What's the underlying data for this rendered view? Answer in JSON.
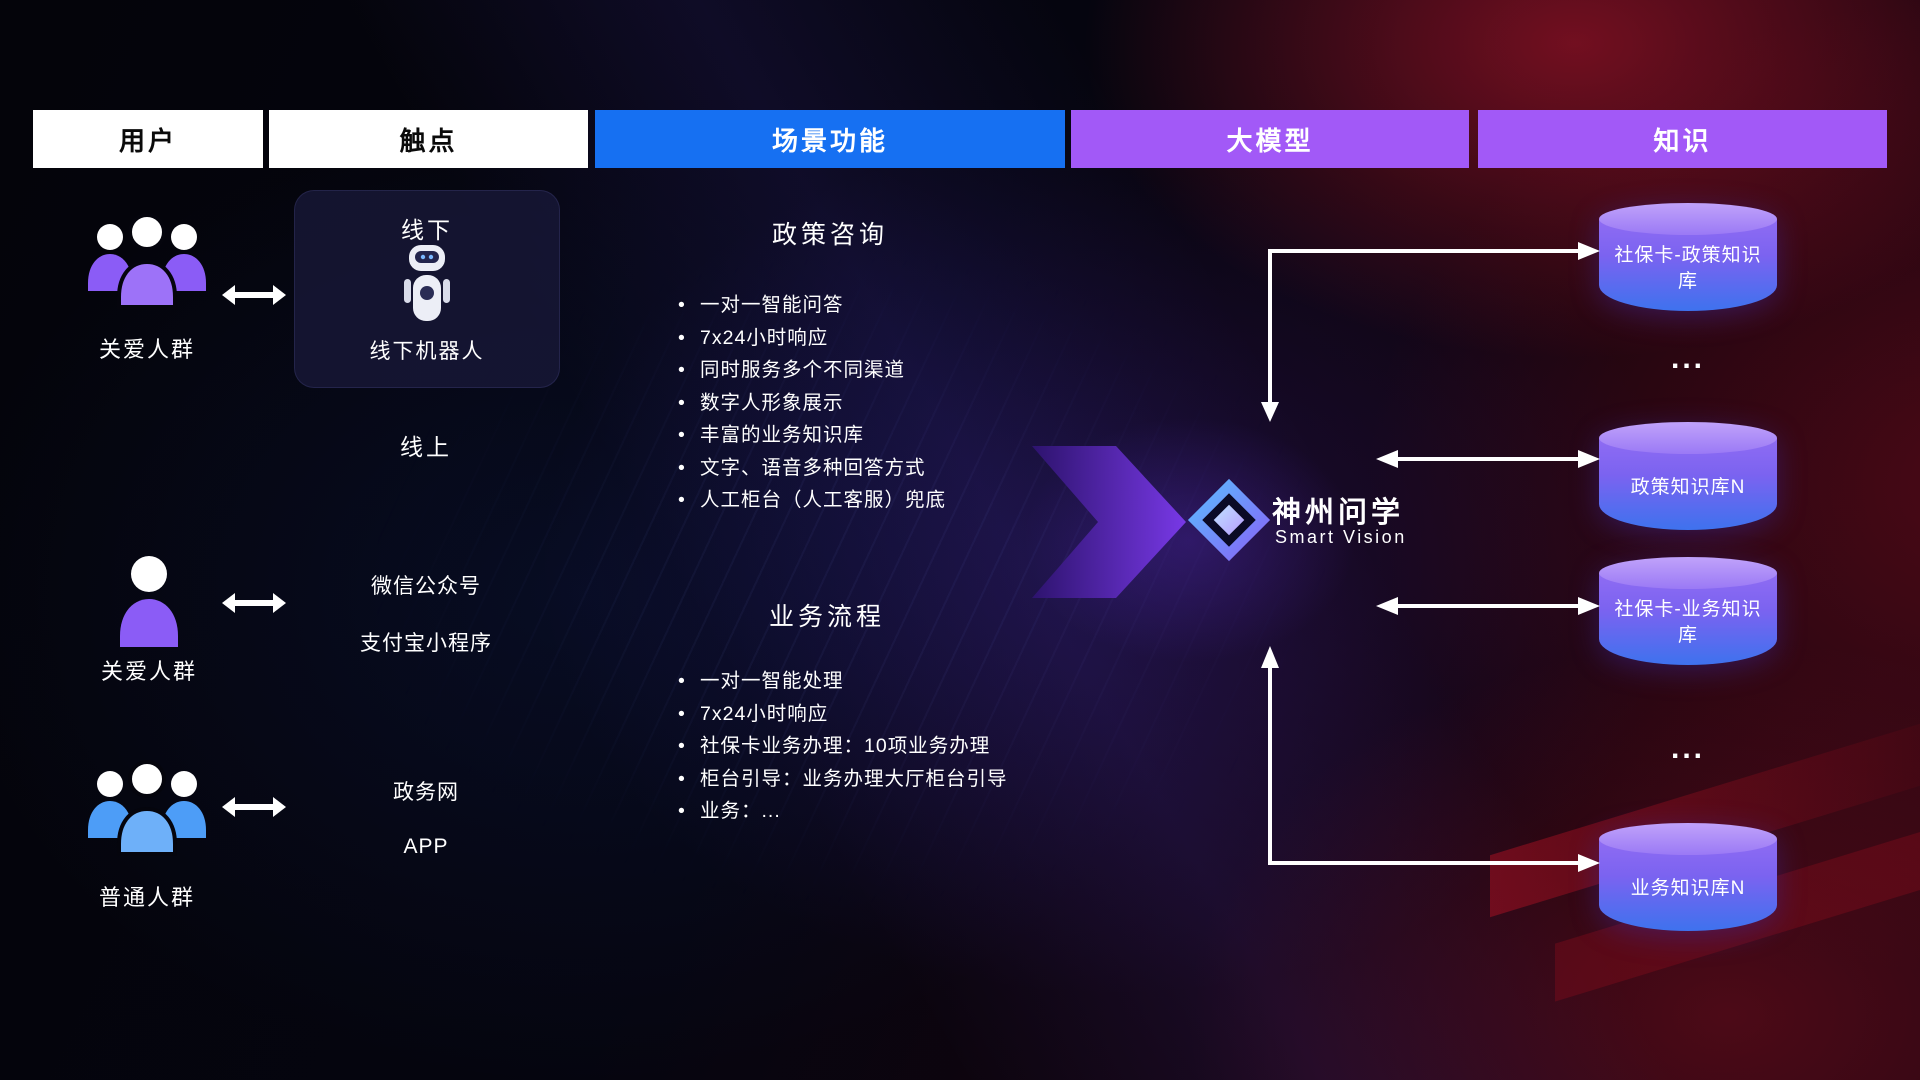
{
  "headers": {
    "users": "用户",
    "touchpoints": "触点",
    "scenarios": "场景功能",
    "model": "大模型",
    "knowledge": "知识"
  },
  "users": [
    {
      "label": "关爱人群",
      "icon": "group-people-icon",
      "color": "#8b5cf6"
    },
    {
      "label": "关爱人群",
      "icon": "single-person-icon",
      "color": "#8b5cf6"
    },
    {
      "label": "普通人群",
      "icon": "group-people-icon",
      "color": "#4d9df7"
    }
  ],
  "touchpoints": {
    "offline_title": "线下",
    "offline_robot": "线下机器人",
    "online_title": "线上",
    "wechat": "微信公众号",
    "alipay": "支付宝小程序",
    "gov": "政务网",
    "app": "APP"
  },
  "scenarios": [
    {
      "title": "政策咨询",
      "items": [
        "一对一智能问答",
        "7x24小时响应",
        "同时服务多个不同渠道",
        "数字人形象展示",
        "丰富的业务知识库",
        "文字、语音多种回答方式",
        "人工柜台（人工客服）兜底"
      ]
    },
    {
      "title": "业务流程",
      "items": [
        "一对一智能处理",
        "7x24小时响应",
        "社保卡业务办理：10项业务办理",
        "柜台引导：业务办理大厅柜台引导",
        "业务：..."
      ]
    }
  ],
  "model": {
    "name": "神州问学",
    "subtitle": "Smart Vision"
  },
  "knowledge": [
    {
      "label": "社保卡-政策知识库"
    },
    {
      "label": "..."
    },
    {
      "label": "政策知识库N"
    },
    {
      "label": "社保卡-业务知识库"
    },
    {
      "label": "..."
    },
    {
      "label": "业务知识库N"
    }
  ],
  "colors": {
    "header_blue": "#1670f2",
    "header_purple": "#a259f7",
    "accent_purple": "#8b5cf6",
    "accent_blue": "#4d9df7",
    "red_glow": "#a01020",
    "cylinder_top": "#b08cf8",
    "cylinder_bottom": "#3e72ee"
  }
}
